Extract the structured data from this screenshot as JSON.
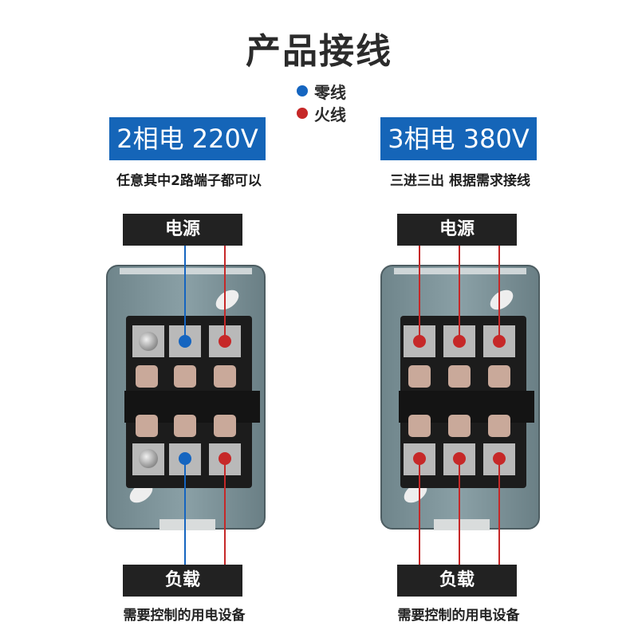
{
  "title": "产品接线",
  "legend": [
    {
      "label": "零线",
      "color": "#1565c0"
    },
    {
      "label": "火线",
      "color": "#c62828"
    }
  ],
  "left": {
    "banner": "2相电 220V",
    "note": "任意其中2路端子都可以",
    "power_label": "电源",
    "load_label": "负载",
    "load_note": "需要控制的用电设备"
  },
  "right": {
    "banner": "3相电 380V",
    "note": "三进三出 根据需求接线",
    "power_label": "电源",
    "load_label": "负载",
    "load_note": "需要控制的用电设备"
  },
  "colors": {
    "banner": "#1565b8",
    "neutral": "#1565c0",
    "live": "#c62828",
    "housing": "#7d9298",
    "terminal_block": "#1c1c1c"
  }
}
